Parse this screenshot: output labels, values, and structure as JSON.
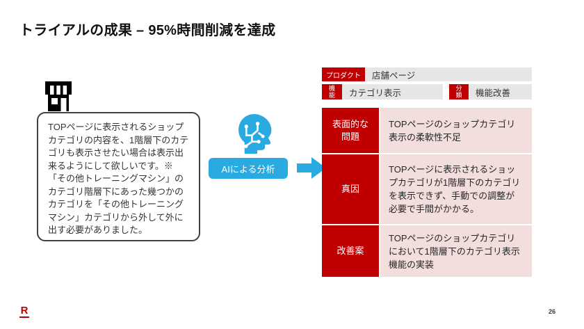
{
  "slide": {
    "title": "トライアルの成果 – 95%時間削減を達成",
    "page_number": "26",
    "logo_letter": "R"
  },
  "feedback": {
    "bubble_text": "TOPページに表示されるショップカテゴリの内容を、1階層下のカテゴリも表示させたい場合は表示出来るようにして欲しいです。※「その他トレーニングマシン」のカテゴリ階層下にあった幾つかのカテゴリを「その他トレーニングマシン」カテゴリから外して外に出す必要がありました。"
  },
  "analysis": {
    "label": "AIによる分析"
  },
  "meta_table": {
    "product_label": "プロダクト",
    "product_value": "店舗ページ",
    "feature_label": "機能",
    "feature_value": "カテゴリ表示",
    "category_label": "分類",
    "category_value": "機能改善"
  },
  "analysis_table": {
    "rows": [
      {
        "label": "表面的な問題",
        "text": "TOPページのショップカテゴリ表示の柔軟性不足"
      },
      {
        "label": "真因",
        "text": "TOPページに表示されるショップカテゴリが1階層下のカテゴリを表示できず、手動での調整が必要で手間がかかる。"
      },
      {
        "label": "改善案",
        "text": "TOPページのショップカテゴリにおいて1階層下のカテゴリ表示機能の実装"
      }
    ]
  },
  "colors": {
    "accent_red": "#C00000",
    "light_pink": "#F2DEDC",
    "header_gray": "#E7E6E6",
    "accent_blue": "#29ABE2",
    "logo_red": "#BF0000"
  }
}
